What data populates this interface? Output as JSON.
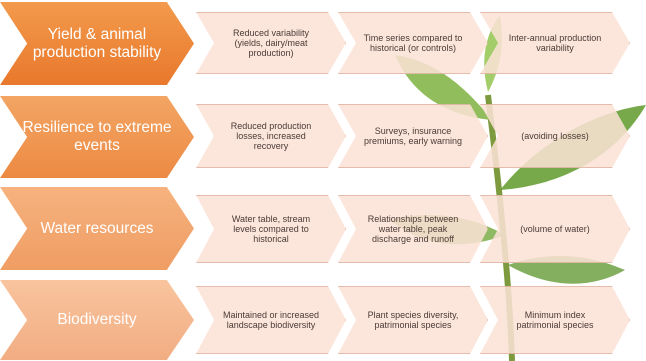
{
  "rows": [
    {
      "heading": "Yield & animal production stability",
      "items": [
        "Reduced variability (yields, dairy/meat production)",
        "Time series compared to historical (or controls)",
        "Inter-annual production variability"
      ]
    },
    {
      "heading": "Resilience to extreme events",
      "items": [
        "Reduced production losses, increased recovery",
        "Surveys, insurance premiums, early warning",
        "(avoiding losses)"
      ]
    },
    {
      "heading": "Water resources",
      "items": [
        "Water table, stream levels compared to historical",
        "Relationships between water table, peak discharge and runoff",
        "(volume of water)"
      ]
    },
    {
      "heading": "Biodiversity",
      "items": [
        "Maintained or increased landscape biodiversity",
        "Plant species diversity, patrimonial species",
        "Minimum index patrimonial species"
      ]
    }
  ]
}
